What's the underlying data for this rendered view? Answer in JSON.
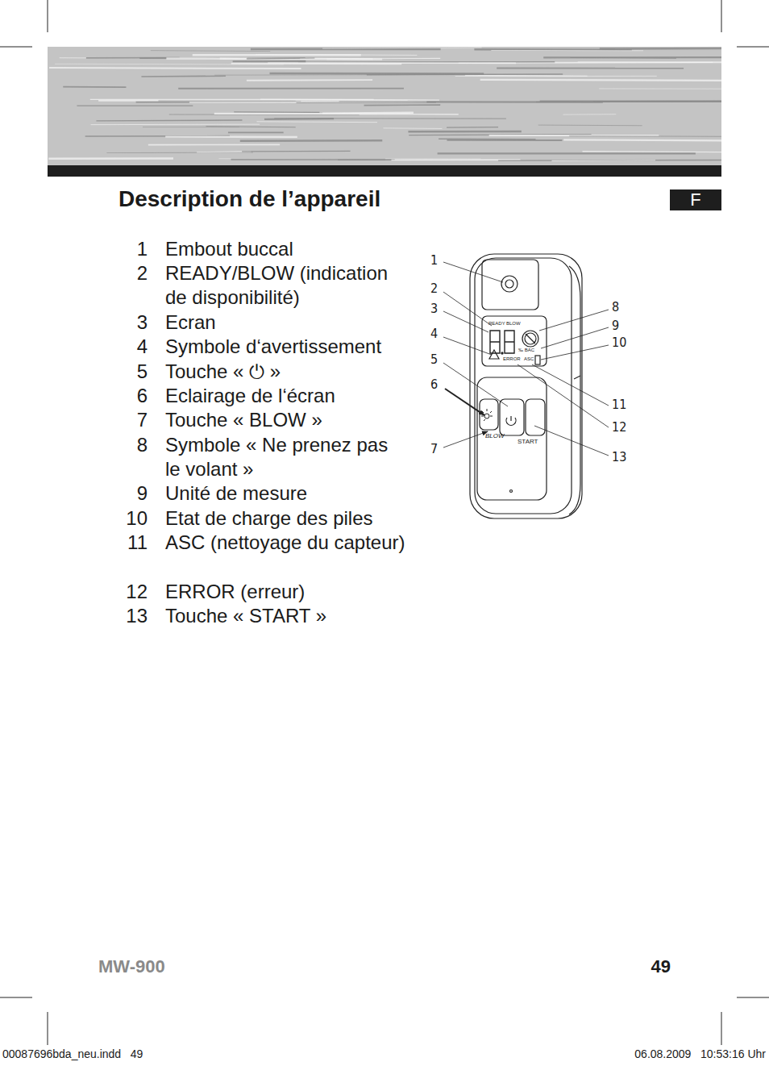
{
  "diagram": {
    "title": "Description de l’appareil",
    "labels": [
      "F",
      "1",
      "Embout buccal",
      "2",
      "READY/BLOW (indication de disponibilité)",
      "3",
      "Ecran",
      "4",
      "Symbole d‘avertissement",
      "5",
      "Touche « ⏻ »",
      "6",
      "Eclairage de l‘écran",
      "7",
      "Touche « BLOW »",
      "8",
      "Symbole « Ne prenez pas le volant »",
      "9",
      "Unité de mesure",
      "10",
      "Etat de charge des piles",
      "11",
      "ASC (nettoyage du capteur)",
      "12",
      "ERROR (erreur)",
      "13",
      "Touche « START »",
      "1",
      "2",
      "3",
      "4",
      "5",
      "6",
      "7",
      "8",
      "9",
      "10",
      "11",
      "12",
      "13",
      "READY",
      "BLOW",
      "‰ BAC",
      "ERROR",
      "ASC",
      "BLOW",
      "START",
      "MW-900",
      "49",
      "00087696bda_neu.indd   49",
      "06.08.2009   10:53:16 Uhr"
    ]
  }
}
